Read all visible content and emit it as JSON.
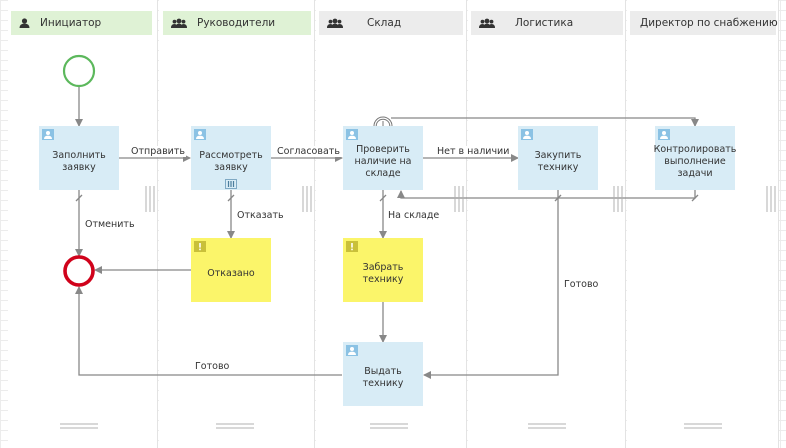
{
  "lanes": [
    {
      "label": "Инициатор",
      "icon": "user-icon"
    },
    {
      "label": "Руководители",
      "icon": "users-icon"
    },
    {
      "label": "Склад",
      "icon": "users-icon"
    },
    {
      "label": "Логистика",
      "icon": "users-icon"
    },
    {
      "label": "Директор по снабжению",
      "icon": "user-icon"
    }
  ],
  "tasks": {
    "fill_request": "Заполнить заявку",
    "review_request": "Рассмотреть заявку",
    "check_stock": "Проверить наличие на складе",
    "buy_equipment": "Закупить технику",
    "control_execution": "Контролировать выполнение задачи",
    "rejected": "Отказано",
    "pick_equipment": "Забрать технику",
    "issue_equipment": "Выдать технику"
  },
  "edges": {
    "send": "Отправить",
    "approve": "Согласовать",
    "not_in_stock": "Нет в наличии",
    "cancel": "Отменить",
    "refuse": "Отказать",
    "in_stock": "На складе",
    "done_logistics": "Готово",
    "done_issue": "Готово"
  },
  "colors": {
    "start_event": "#5cb85c",
    "end_event": "#d0021b",
    "task_blue": "#d8ecf6",
    "task_yellow": "#fbf56a",
    "edge": "#888888",
    "header_green": "#dff2d5",
    "header_gray": "#ececec"
  }
}
